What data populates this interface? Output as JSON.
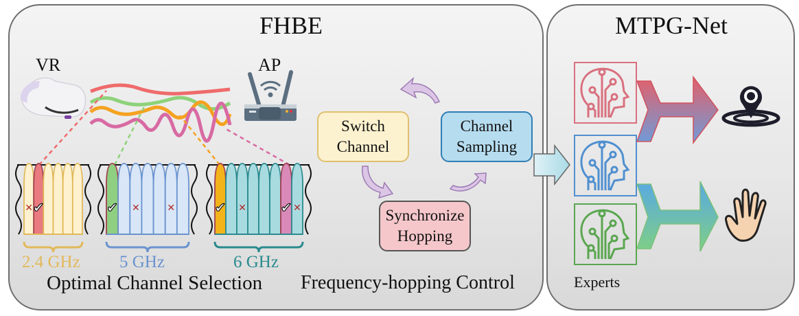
{
  "fhbe": {
    "title": "FHBE",
    "vr_label": "VR",
    "ap_label": "AP",
    "signal_colors": [
      "#ef6b6b",
      "#8ed27a",
      "#f5a21f",
      "#d86aa3"
    ],
    "bands": [
      {
        "label": "2.4 GHz",
        "color": "#e2b95a",
        "fill": "#fdf1cf",
        "channels": 6,
        "selected_index": 1,
        "selected_color": "#e87a80",
        "marks": [
          {
            "index": 0,
            "type": "cross"
          },
          {
            "index": 1,
            "type": "check"
          }
        ]
      },
      {
        "label": "5 GHz",
        "color": "#6a93cf",
        "fill": "#d8e6f7",
        "channels": 7,
        "selected_index": 0,
        "selected_color": "#8fcf82",
        "marks": [
          {
            "index": 0,
            "type": "check"
          },
          {
            "index": 2,
            "type": "cross"
          },
          {
            "index": 5,
            "type": "cross"
          }
        ]
      },
      {
        "label": "6 GHz",
        "color": "#2a8a8e",
        "fill": "#a8dbe0",
        "channels": 8,
        "selected_index": 0,
        "selected_color": "#f3b41b",
        "second_selected_index": 6,
        "second_selected_color": "#d98ab8",
        "marks": [
          {
            "index": 0,
            "type": "check"
          },
          {
            "index": 2,
            "type": "cross"
          },
          {
            "index": 6,
            "type": "check"
          },
          {
            "index": 7,
            "type": "cross"
          }
        ]
      }
    ],
    "section_label_left": "Optimal Channel Selection",
    "section_label_right": "Frequency-hopping Control",
    "steps": {
      "switch_channel": [
        "Switch",
        "Channel"
      ],
      "channel_sampling": [
        "Channel",
        "Sampling"
      ],
      "synchronize_hopping": [
        "Synchronize",
        "Hopping"
      ]
    }
  },
  "mtpg": {
    "title": "MTPG-Net",
    "experts_label": "Experts",
    "expert_colors": [
      "#d9707e",
      "#4f8fd0",
      "#5aa64f"
    ],
    "outputs": [
      "location-target-icon",
      "hand-icon"
    ]
  }
}
